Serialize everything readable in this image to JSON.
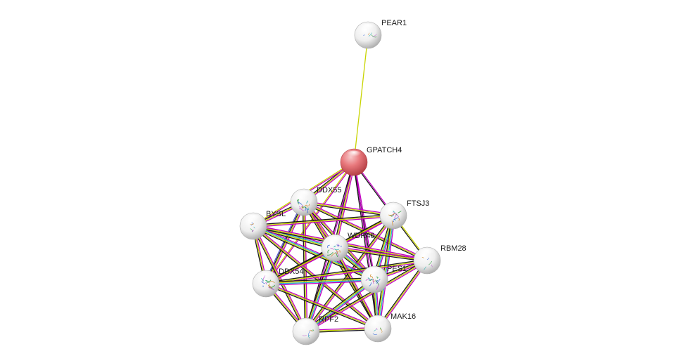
{
  "network": {
    "nodes": [
      {
        "id": "PEAR1",
        "label": "PEAR1",
        "query": false,
        "structure": "thin"
      },
      {
        "id": "GPATCH4",
        "label": "GPATCH4",
        "query": true,
        "structure": "none"
      },
      {
        "id": "DDX55",
        "label": "DDX55",
        "query": false,
        "structure": "dense"
      },
      {
        "id": "FTSJ3",
        "label": "FTSJ3",
        "query": false,
        "structure": "dense"
      },
      {
        "id": "BYSL",
        "label": "BYSL",
        "query": false,
        "structure": "thin"
      },
      {
        "id": "WDR46",
        "label": "WDR46",
        "query": false,
        "structure": "dense"
      },
      {
        "id": "RBM28",
        "label": "RBM28",
        "query": false,
        "structure": "thin"
      },
      {
        "id": "PES1",
        "label": "PES1",
        "query": false,
        "structure": "dense"
      },
      {
        "id": "DDX54",
        "label": "DDX54",
        "query": false,
        "structure": "dense"
      },
      {
        "id": "RPF2",
        "label": "RPF2",
        "query": false,
        "structure": "thin"
      },
      {
        "id": "MAK16",
        "label": "MAK16",
        "query": false,
        "structure": "thin"
      }
    ],
    "edge_colors": {
      "textmining": "#c8d400",
      "coexpression": "#1a1a1a",
      "experiments": "#c200c2",
      "databases": "#20b8d0",
      "homology": "#5050c8"
    },
    "node_colors": {
      "query_fill": "#e8787c",
      "query_dark": "#b03a40",
      "default_fill": "#f2f2f2",
      "default_dark": "#a8a8a8"
    },
    "edges": [
      {
        "a": "PEAR1",
        "b": "GPATCH4",
        "types": [
          "textmining"
        ]
      },
      {
        "a": "GPATCH4",
        "b": "DDX55",
        "types": [
          "experiments",
          "textmining",
          "coexpression"
        ]
      },
      {
        "a": "GPATCH4",
        "b": "FTSJ3",
        "types": [
          "experiments",
          "coexpression"
        ]
      },
      {
        "a": "GPATCH4",
        "b": "BYSL",
        "types": [
          "experiments",
          "textmining"
        ]
      },
      {
        "a": "GPATCH4",
        "b": "WDR46",
        "types": [
          "experiments",
          "textmining",
          "coexpression"
        ]
      },
      {
        "a": "GPATCH4",
        "b": "PES1",
        "types": [
          "experiments",
          "coexpression"
        ]
      },
      {
        "a": "GPATCH4",
        "b": "DDX54",
        "types": [
          "experiments",
          "textmining"
        ]
      },
      {
        "a": "GPATCH4",
        "b": "RPF2",
        "types": [
          "experiments",
          "coexpression"
        ]
      },
      {
        "a": "GPATCH4",
        "b": "MAK16",
        "types": [
          "experiments",
          "coexpression"
        ]
      },
      {
        "a": "DDX55",
        "b": "BYSL",
        "types": [
          "experiments",
          "textmining",
          "coexpression"
        ]
      },
      {
        "a": "DDX55",
        "b": "FTSJ3",
        "types": [
          "experiments",
          "textmining",
          "coexpression"
        ]
      },
      {
        "a": "DDX55",
        "b": "WDR46",
        "types": [
          "experiments",
          "textmining",
          "coexpression"
        ]
      },
      {
        "a": "DDX55",
        "b": "DDX54",
        "types": [
          "experiments",
          "textmining",
          "coexpression",
          "homology"
        ]
      },
      {
        "a": "DDX55",
        "b": "PES1",
        "types": [
          "experiments",
          "textmining",
          "coexpression"
        ]
      },
      {
        "a": "DDX55",
        "b": "RPF2",
        "types": [
          "experiments",
          "textmining",
          "coexpression"
        ]
      },
      {
        "a": "DDX55",
        "b": "MAK16",
        "types": [
          "experiments",
          "textmining",
          "coexpression"
        ]
      },
      {
        "a": "DDX55",
        "b": "RBM28",
        "types": [
          "experiments",
          "textmining",
          "coexpression"
        ]
      },
      {
        "a": "FTSJ3",
        "b": "BYSL",
        "types": [
          "experiments",
          "textmining",
          "coexpression"
        ]
      },
      {
        "a": "FTSJ3",
        "b": "WDR46",
        "types": [
          "experiments",
          "textmining",
          "coexpression"
        ]
      },
      {
        "a": "FTSJ3",
        "b": "RBM28",
        "types": [
          "textmining",
          "coexpression"
        ]
      },
      {
        "a": "FTSJ3",
        "b": "PES1",
        "types": [
          "experiments",
          "databases",
          "textmining",
          "coexpression"
        ]
      },
      {
        "a": "FTSJ3",
        "b": "DDX54",
        "types": [
          "experiments",
          "textmining",
          "coexpression"
        ]
      },
      {
        "a": "FTSJ3",
        "b": "RPF2",
        "types": [
          "experiments",
          "textmining",
          "coexpression"
        ]
      },
      {
        "a": "FTSJ3",
        "b": "MAK16",
        "types": [
          "experiments",
          "databases",
          "textmining",
          "coexpression"
        ]
      },
      {
        "a": "BYSL",
        "b": "WDR46",
        "types": [
          "experiments",
          "databases",
          "textmining",
          "coexpression"
        ]
      },
      {
        "a": "BYSL",
        "b": "DDX54",
        "types": [
          "experiments",
          "textmining",
          "coexpression"
        ]
      },
      {
        "a": "BYSL",
        "b": "PES1",
        "types": [
          "experiments",
          "databases",
          "textmining",
          "coexpression"
        ]
      },
      {
        "a": "BYSL",
        "b": "RPF2",
        "types": [
          "experiments",
          "textmining",
          "coexpression"
        ]
      },
      {
        "a": "BYSL",
        "b": "MAK16",
        "types": [
          "experiments",
          "textmining",
          "coexpression"
        ]
      },
      {
        "a": "BYSL",
        "b": "RBM28",
        "types": [
          "experiments",
          "textmining",
          "coexpression"
        ]
      },
      {
        "a": "WDR46",
        "b": "RBM28",
        "types": [
          "experiments",
          "textmining",
          "coexpression"
        ]
      },
      {
        "a": "WDR46",
        "b": "PES1",
        "types": [
          "experiments",
          "databases",
          "textmining",
          "coexpression"
        ]
      },
      {
        "a": "WDR46",
        "b": "DDX54",
        "types": [
          "experiments",
          "textmining",
          "coexpression"
        ]
      },
      {
        "a": "WDR46",
        "b": "RPF2",
        "types": [
          "experiments",
          "databases",
          "textmining",
          "coexpression"
        ]
      },
      {
        "a": "WDR46",
        "b": "MAK16",
        "types": [
          "experiments",
          "textmining",
          "coexpression"
        ]
      },
      {
        "a": "RBM28",
        "b": "PES1",
        "types": [
          "experiments",
          "textmining",
          "coexpression"
        ]
      },
      {
        "a": "RBM28",
        "b": "DDX54",
        "types": [
          "experiments",
          "textmining",
          "coexpression"
        ]
      },
      {
        "a": "RBM28",
        "b": "RPF2",
        "types": [
          "experiments",
          "textmining",
          "coexpression"
        ]
      },
      {
        "a": "RBM28",
        "b": "MAK16",
        "types": [
          "experiments",
          "textmining",
          "coexpression"
        ]
      },
      {
        "a": "PES1",
        "b": "DDX54",
        "types": [
          "experiments",
          "databases",
          "textmining",
          "coexpression"
        ]
      },
      {
        "a": "PES1",
        "b": "RPF2",
        "types": [
          "experiments",
          "databases",
          "textmining",
          "coexpression"
        ]
      },
      {
        "a": "PES1",
        "b": "MAK16",
        "types": [
          "experiments",
          "databases",
          "textmining",
          "coexpression"
        ]
      },
      {
        "a": "DDX54",
        "b": "RPF2",
        "types": [
          "experiments",
          "textmining",
          "coexpression"
        ]
      },
      {
        "a": "DDX54",
        "b": "MAK16",
        "types": [
          "experiments",
          "textmining",
          "coexpression"
        ]
      },
      {
        "a": "RPF2",
        "b": "MAK16",
        "types": [
          "experiments",
          "textmining",
          "coexpression"
        ]
      }
    ]
  }
}
